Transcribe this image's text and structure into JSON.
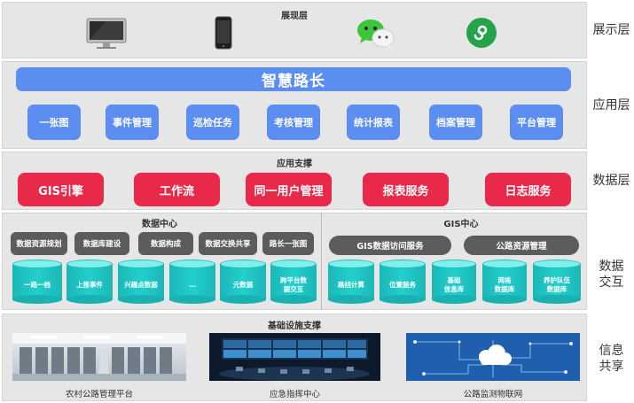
{
  "presentation": {
    "title": "展现层",
    "side_label": "展示层",
    "icons": [
      "monitor-icon",
      "smartphone-icon",
      "wechat-icon",
      "mini-program-icon"
    ]
  },
  "application": {
    "main_bar": "智慧路长",
    "side_label": "应用层",
    "modules": [
      "一张图",
      "事件管理",
      "巡检任务",
      "考核管理",
      "统计报表",
      "档案管理",
      "平台管理"
    ],
    "color": "#5b8ef0"
  },
  "support": {
    "title": "应用支撑",
    "side_label": "数据层",
    "items": [
      "GIS引擎",
      "工作流",
      "同一用户管理",
      "报表服务",
      "日志服务"
    ],
    "color": "#e8294a"
  },
  "data_exchange": {
    "side_label": "数据\n交互",
    "data_center": {
      "title": "数据中心",
      "functions": [
        "数据资源规划",
        "数据库建设",
        "数据构成",
        "数据交换共享",
        "路长一张图"
      ],
      "stores": [
        "一路一档",
        "上报事件",
        "兴趣点数据",
        "…",
        "元数据",
        "跨平台数\n据交互"
      ]
    },
    "gis_center": {
      "title": "GIS中心",
      "functions": [
        "GIS数据访问服务",
        "公路资源管理"
      ],
      "stores": [
        "路线计算",
        "位置服务",
        "基础\n信息库",
        "网格\n数据库",
        "养护队伍\n数据库"
      ]
    },
    "cylinder_color": "#22cfcc"
  },
  "infrastructure": {
    "title": "基础设施支撑",
    "side_label": "信息\n共享",
    "items": [
      "农村公路管理平台",
      "应急指挥中心",
      "公路监测物联网"
    ]
  }
}
